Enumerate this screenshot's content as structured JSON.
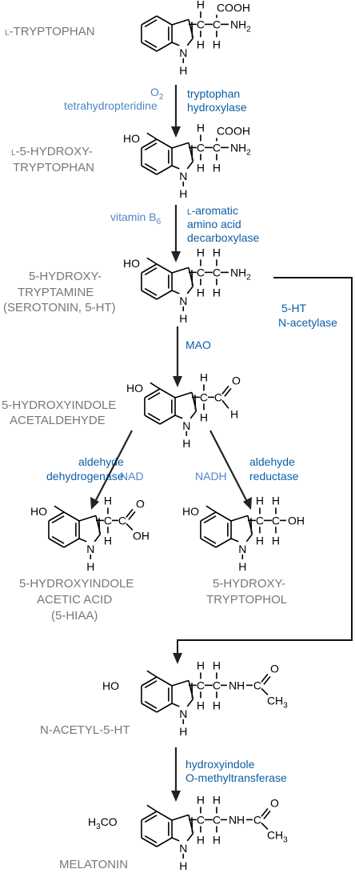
{
  "compounds": {
    "tryptophan": {
      "prefix": "L",
      "name": "-TRYPTOPHAN"
    },
    "hydroxytryptophan": {
      "prefix": "L",
      "line1": "-5-HYDROXY-",
      "line2": "TRYPTOPHAN"
    },
    "serotonin": {
      "line1": "5-HYDROXY-",
      "line2": "TRYPTAMINE",
      "line3": "(SEROTONIN, 5-HT)"
    },
    "acetaldehyde": {
      "line1": "5-HYDROXYINDOLE",
      "line2": "ACETALDEHYDE"
    },
    "hiaa": {
      "line1": "5-HYDROXYINDOLE",
      "line2": "ACETIC ACID",
      "line3": "(5-HIAA)"
    },
    "tryptophol": {
      "line1": "5-HYDROXY-",
      "line2": "TRYPTOPHOL"
    },
    "acetyl5ht": {
      "name": "N-ACETYL-5-HT"
    },
    "melatonin": {
      "name": "MELATONIN"
    }
  },
  "enzymes": {
    "trp_hydroxylase": {
      "line1": "tryptophan",
      "line2": "hydroxylase"
    },
    "decarboxylase": {
      "prefix": "L",
      "line1": "-aromatic",
      "line2": "amino acid",
      "line3": "decarboxylase"
    },
    "acetylase": {
      "line1": "5-HT",
      "line2": "N-acetylase"
    },
    "mao": "MAO",
    "dehydrogenase": {
      "line1": "aldehyde",
      "line2": "dehydrogenase"
    },
    "reductase": {
      "line1": "aldehyde",
      "line2": "reductase"
    },
    "methyltransferase": {
      "line1": "hydroxyindole",
      "line2": "O-methyltransferase"
    }
  },
  "cofactors": {
    "o2": {
      "base": "O",
      "sub": "2"
    },
    "thp": "tetrahydropteridine",
    "b6": {
      "base": "vitamin B",
      "sub": "6"
    },
    "nad": "NAD",
    "nadh": "NADH"
  },
  "atoms": {
    "H": "H",
    "N": "N",
    "C": "C",
    "O": "O",
    "HO": "HO",
    "OH": "OH",
    "COOH": "COOH",
    "NH2": {
      "base": "NH",
      "sub": "2"
    },
    "NH": "NH",
    "CH3": {
      "base": "CH",
      "sub": "3"
    },
    "H3CO": {
      "sub": "3",
      "base": "H",
      "rest": "CO"
    }
  },
  "colors": {
    "compound": "#777777",
    "enzyme": "#0b5fa5",
    "cofactor": "#4f86c6",
    "structure": "#000000"
  }
}
